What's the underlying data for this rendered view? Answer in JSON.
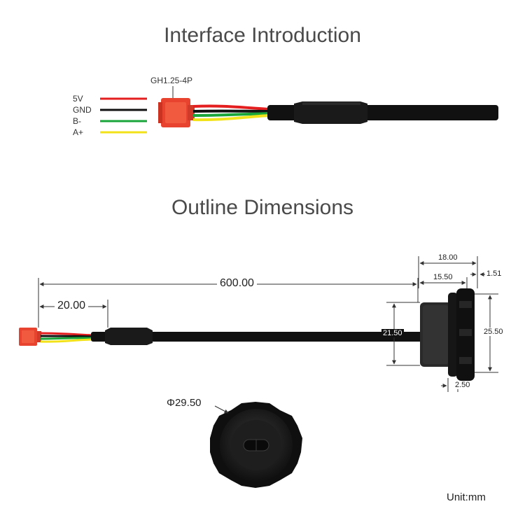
{
  "headings": {
    "interface": "Interface Introduction",
    "outline": "Outline Dimensions"
  },
  "connector_label": "GH1.25-4P",
  "pins": [
    {
      "label": "5V",
      "color": "#e41e1e"
    },
    {
      "label": "GND",
      "color": "#111111"
    },
    {
      "label": "B-",
      "color": "#1aa53a"
    },
    {
      "label": "A+",
      "color": "#f2e21a"
    }
  ],
  "colors": {
    "connector": "#e8432e",
    "cable": "#111111",
    "dimension_line": "#333333"
  },
  "dimensions": {
    "cable_length": "600.00",
    "lead_length": "20.00",
    "thread_diameter": "21.50",
    "flange_height": "25.50",
    "total_depth": "18.00",
    "thread_depth": "15.50",
    "nut_thickness": "1.51",
    "washer_thickness": "2.50",
    "nut_diameter": "Φ29.50"
  },
  "unit_label": "Unit:mm"
}
